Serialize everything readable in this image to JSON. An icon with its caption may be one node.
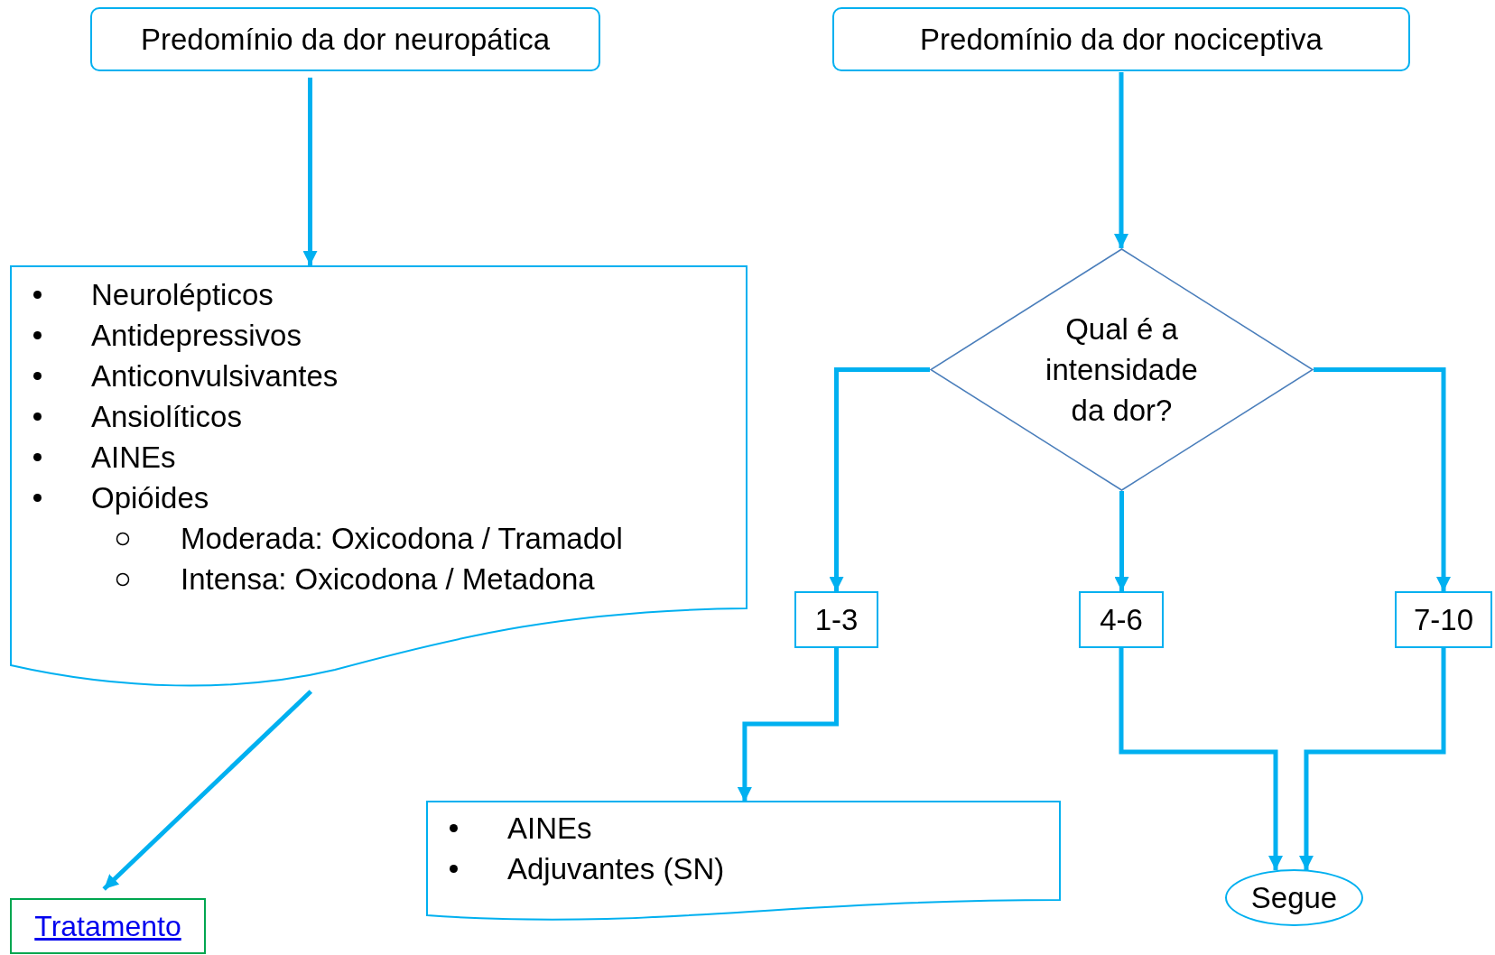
{
  "diagram": {
    "nodes": [
      {
        "text": [
          "Predomínio da dor neuropática"
        ]
      },
      {
        "text": [
          "Predomínio da dor nociceptiva"
        ]
      },
      {
        "text": [
          "Neurolépticos",
          "Antidepressivos",
          "Anticonvulsivantes",
          "Ansiolíticos",
          "AINEs",
          "Opióides",
          "Moderada: Oxicodona / Tramadol",
          "Intensa: Oxicodona / Metadona"
        ]
      },
      {
        "text": [
          "Qual é a intensidade da dor?"
        ]
      },
      {
        "text": [
          "1-3"
        ]
      },
      {
        "text": [
          "4-6"
        ]
      },
      {
        "text": [
          "7-10"
        ]
      },
      {
        "text": [
          "AINEs",
          "Adjuvantes (SN)"
        ]
      },
      {
        "text": [
          "Segue"
        ]
      },
      {
        "text": [
          "Tratamento"
        ]
      }
    ],
    "edges": [
      {
        "from": 0,
        "to": 2,
        "arrow": "to"
      },
      {
        "from": 1,
        "to": 3,
        "arrow": "to"
      },
      {
        "from": 3,
        "to": 4,
        "arrow": "to"
      },
      {
        "from": 3,
        "to": 5,
        "arrow": "to"
      },
      {
        "from": 3,
        "to": 6,
        "arrow": "to"
      },
      {
        "from": 4,
        "to": 7,
        "arrow": "to"
      },
      {
        "from": 5,
        "to": 8,
        "arrow": "to"
      },
      {
        "from": 6,
        "to": 8,
        "arrow": "to"
      },
      {
        "from": 2,
        "to": 9,
        "arrow": "to"
      }
    ]
  }
}
